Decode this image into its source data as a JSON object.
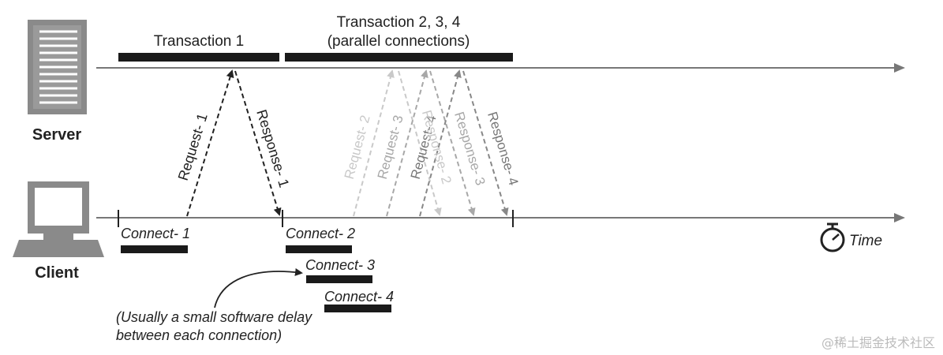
{
  "diagram": {
    "server_label": "Server",
    "client_label": "Client",
    "transaction_1_label": "Transaction 1",
    "transaction_234_line1": "Transaction 2, 3, 4",
    "transaction_234_line2": "(parallel connections)",
    "request_1": "Request- 1",
    "response_1": "Response- 1",
    "request_2": "Request- 2",
    "request_3": "Request- 3",
    "request_4": "Request- 4",
    "response_2": "Response- 2",
    "response_3": "Response- 3",
    "response_4": "Response- 4",
    "connect_1": "Connect- 1",
    "connect_2": "Connect- 2",
    "connect_3": "Connect- 3",
    "connect_4": "Connect- 4",
    "note_line1": "(Usually a small software delay",
    "note_line2": "between each connection)",
    "time_label": "Time",
    "watermark": "@稀土掘金技术社区"
  },
  "colors": {
    "ink": "#222222",
    "line": "#777777",
    "arrow_2": "#c9c9c9",
    "arrow_3": "#a8a8a8",
    "arrow_4": "#888888",
    "server_icon": "#8a8a8a",
    "watermark": "#bbbbbb"
  }
}
